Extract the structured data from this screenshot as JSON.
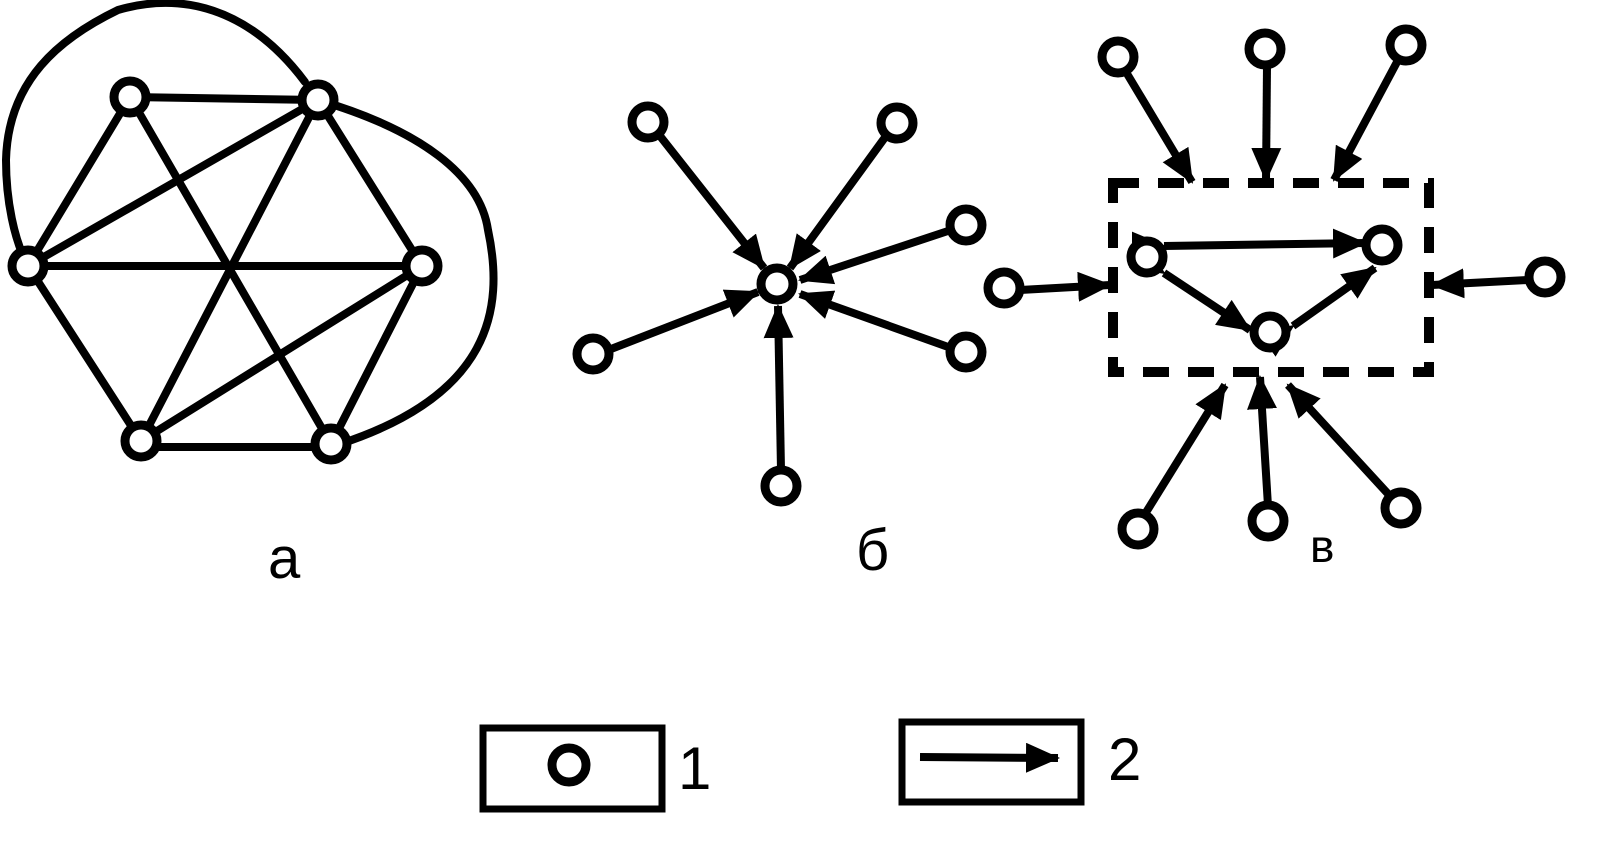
{
  "colors": {
    "stroke": "#000000",
    "background": "#ffffff"
  },
  "labels": {
    "panel_a": "а",
    "panel_b": "б",
    "panel_c": "в",
    "legend_1": "1",
    "legend_2": "2"
  },
  "legend": [
    {
      "key": "1",
      "symbol": "node-circle-icon"
    },
    {
      "key": "2",
      "symbol": "directed-arrow-icon"
    }
  ],
  "panels": {
    "a": {
      "structure": "mesh",
      "node_count": 6,
      "edges": "undirected"
    },
    "b": {
      "structure": "star",
      "node_count": 7,
      "hub": 1,
      "edges": "directed-inward"
    },
    "c": {
      "structure": "cluster",
      "inner_nodes": 3,
      "outer_nodes": 8,
      "boundary": "dashed-rectangle"
    }
  }
}
